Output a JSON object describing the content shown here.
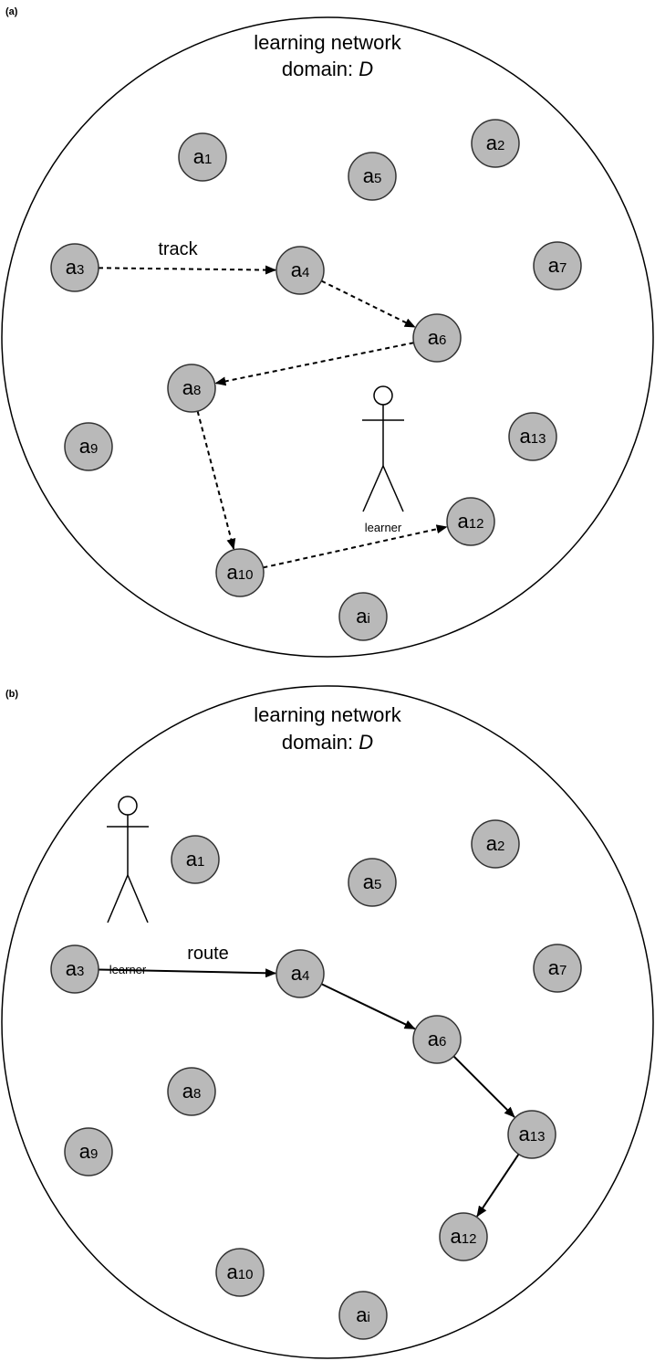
{
  "panels": [
    {
      "id": "a",
      "label": "(a)",
      "title_line1": "learning network",
      "title_line2_prefix": "domain: ",
      "title_line2_var": "D",
      "edge_label": "track",
      "learner_label": "learner",
      "edge_style": "dashed",
      "nodes": [
        {
          "id": "a1",
          "letter": "a",
          "sub": "1"
        },
        {
          "id": "a2",
          "letter": "a",
          "sub": "2"
        },
        {
          "id": "a5",
          "letter": "a",
          "sub": "5"
        },
        {
          "id": "a3",
          "letter": "a",
          "sub": "3"
        },
        {
          "id": "a4",
          "letter": "a",
          "sub": "4"
        },
        {
          "id": "a7",
          "letter": "a",
          "sub": "7"
        },
        {
          "id": "a6",
          "letter": "a",
          "sub": "6"
        },
        {
          "id": "a8",
          "letter": "a",
          "sub": "8"
        },
        {
          "id": "a9",
          "letter": "a",
          "sub": "9"
        },
        {
          "id": "a13",
          "letter": "a",
          "sub": "13"
        },
        {
          "id": "a12",
          "letter": "a",
          "sub": "12"
        },
        {
          "id": "a10",
          "letter": "a",
          "sub": "10"
        },
        {
          "id": "ai",
          "letter": "a",
          "sub": "i"
        }
      ],
      "edges": [
        [
          "a3",
          "a4"
        ],
        [
          "a4",
          "a6"
        ],
        [
          "a6",
          "a8"
        ],
        [
          "a8",
          "a10"
        ],
        [
          "a10",
          "a12"
        ]
      ]
    },
    {
      "id": "b",
      "label": "(b)",
      "title_line1": "learning network",
      "title_line2_prefix": "domain: ",
      "title_line2_var": "D",
      "edge_label": "route",
      "learner_label": "learner",
      "edge_style": "solid",
      "nodes": [
        {
          "id": "a1",
          "letter": "a",
          "sub": "1"
        },
        {
          "id": "a2",
          "letter": "a",
          "sub": "2"
        },
        {
          "id": "a5",
          "letter": "a",
          "sub": "5"
        },
        {
          "id": "a3",
          "letter": "a",
          "sub": "3"
        },
        {
          "id": "a4",
          "letter": "a",
          "sub": "4"
        },
        {
          "id": "a7",
          "letter": "a",
          "sub": "7"
        },
        {
          "id": "a6",
          "letter": "a",
          "sub": "6"
        },
        {
          "id": "a8",
          "letter": "a",
          "sub": "8"
        },
        {
          "id": "a9",
          "letter": "a",
          "sub": "9"
        },
        {
          "id": "a13",
          "letter": "a",
          "sub": "13"
        },
        {
          "id": "a12",
          "letter": "a",
          "sub": "12"
        },
        {
          "id": "a10",
          "letter": "a",
          "sub": "10"
        },
        {
          "id": "ai",
          "letter": "a",
          "sub": "i"
        }
      ],
      "edges": [
        [
          "a3",
          "a4"
        ],
        [
          "a4",
          "a6"
        ],
        [
          "a6",
          "a13"
        ],
        [
          "a13",
          "a12"
        ]
      ]
    }
  ]
}
